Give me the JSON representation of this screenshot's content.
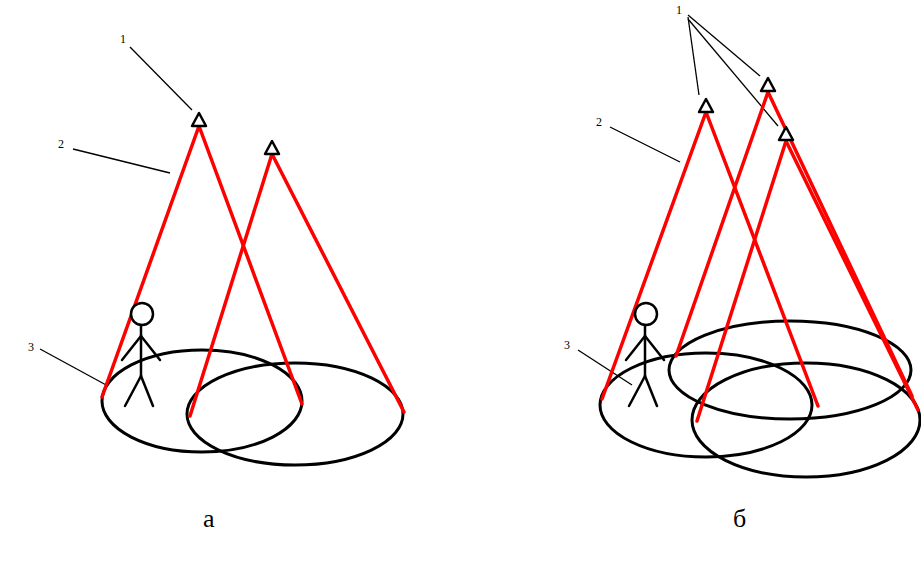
{
  "diagram": {
    "labels": [
      "1",
      "2",
      "3",
      "1",
      "2",
      "3",
      "а",
      "б"
    ]
  }
}
